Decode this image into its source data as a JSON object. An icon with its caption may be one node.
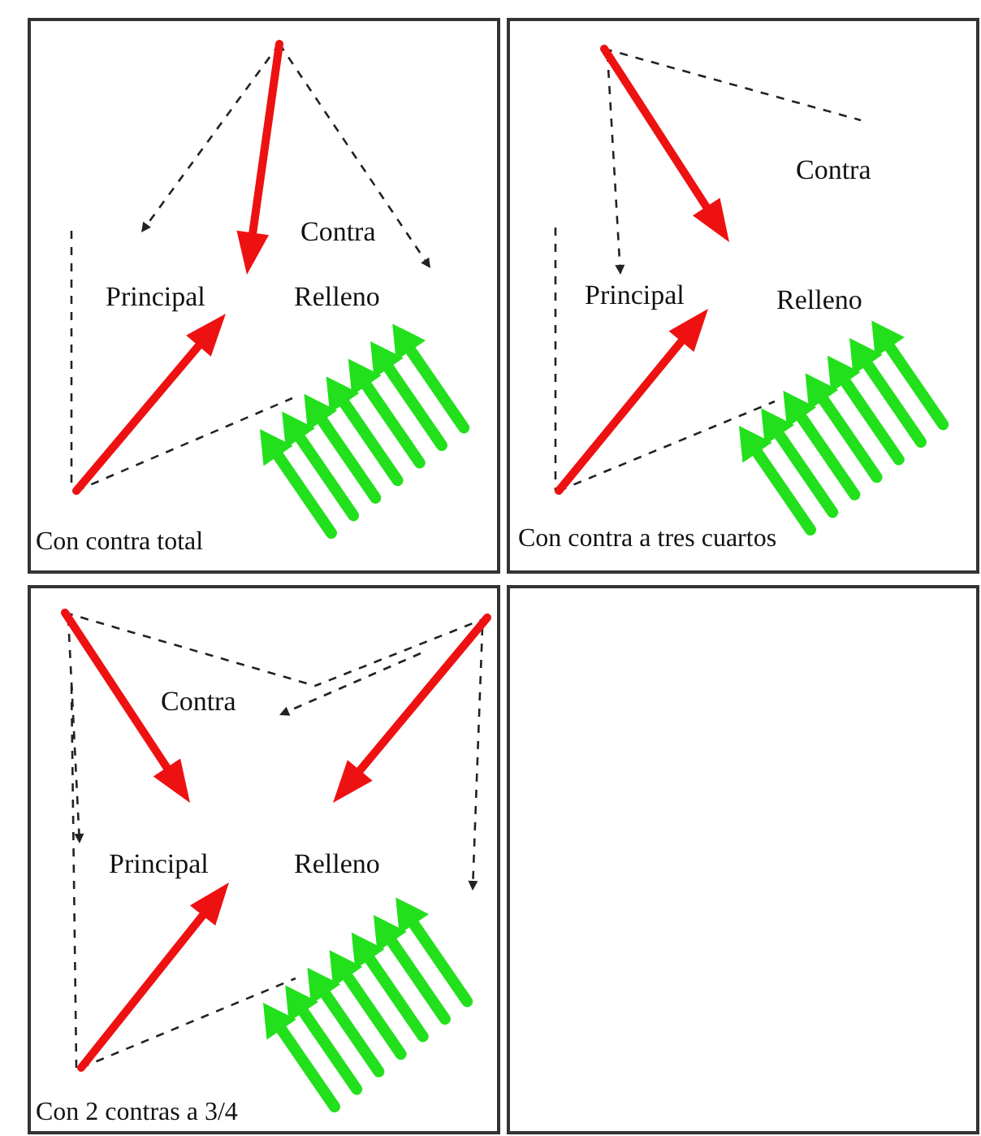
{
  "diagram": {
    "nodes": [
      {
        "text": [
          "Con contra total"
        ]
      },
      {
        "text": [
          "Principal"
        ],
        "in": 0
      },
      {
        "text": [
          "Relleno"
        ],
        "in": 0
      },
      {
        "text": [
          "Contra"
        ],
        "in": 0
      },
      {
        "text": [
          "Con contra a tres cuartos"
        ]
      },
      {
        "text": [
          "Contra"
        ],
        "in": 4
      },
      {
        "text": [
          "Principal"
        ],
        "in": 4
      },
      {
        "text": [
          "Relleno"
        ],
        "in": 4
      },
      {
        "text": [
          "Con 2 contras a 3/4"
        ]
      },
      {
        "text": [
          "Contra"
        ],
        "in": 8
      },
      {
        "text": [
          "Principal"
        ],
        "in": 8
      },
      {
        "text": [
          "Relleno"
        ],
        "in": 8
      },
      {
        "text": [],
        "shape": "box"
      }
    ]
  }
}
